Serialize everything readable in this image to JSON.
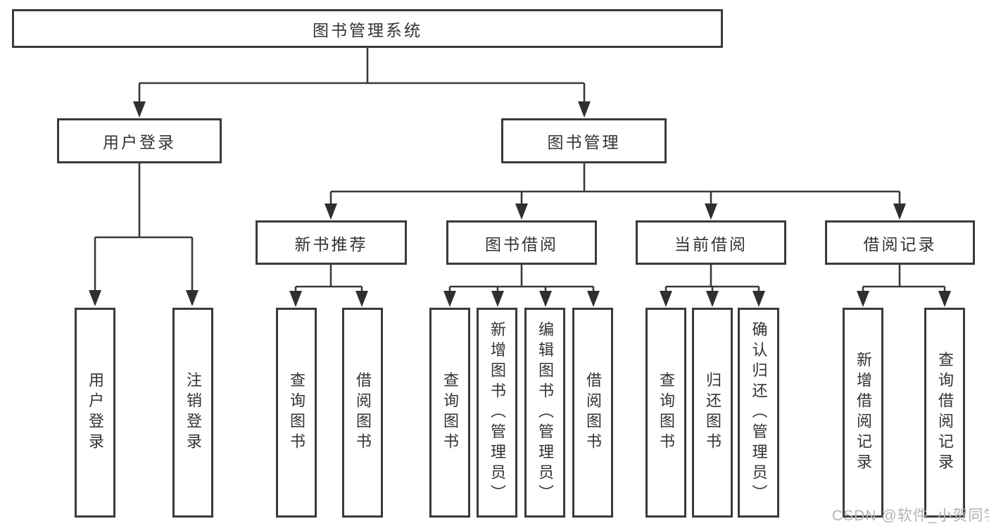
{
  "colors": {
    "background": "#ffffff",
    "line": "#3a3a3a",
    "box_border": "#3a3a3a",
    "text": "#333333",
    "watermark": "#b3b3b3"
  },
  "tree": {
    "root": {
      "label": "图书管理系统"
    },
    "branches": [
      {
        "label": "用户登录",
        "children": [
          {
            "label": "用户登录"
          },
          {
            "label": "注销登录"
          }
        ]
      },
      {
        "label": "图书管理",
        "children": [
          {
            "label": "新书推荐",
            "children": [
              {
                "label": "查询图书"
              },
              {
                "label": "借阅图书"
              }
            ]
          },
          {
            "label": "图书借阅",
            "children": [
              {
                "label": "查询图书"
              },
              {
                "label": "新增图书（管理员）"
              },
              {
                "label": "编辑图书（管理员）"
              },
              {
                "label": "借阅图书"
              }
            ]
          },
          {
            "label": "当前借阅",
            "children": [
              {
                "label": "查询图书"
              },
              {
                "label": "归还图书"
              },
              {
                "label": "确认归还（管理员）"
              }
            ]
          },
          {
            "label": "借阅记录",
            "children": [
              {
                "label": "新增借阅记录"
              },
              {
                "label": "查询借阅记录"
              }
            ]
          }
        ]
      }
    ]
  },
  "watermark": {
    "text": "CSDN @软件_小贺同学"
  }
}
